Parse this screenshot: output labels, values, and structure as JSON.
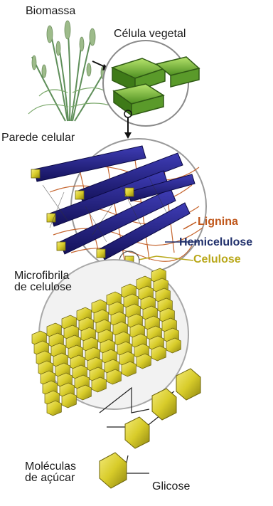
{
  "labels": {
    "biomassa": "Biomassa",
    "celula_vegetal": "Célula vegetal",
    "parede_celular": "Parede celular",
    "lignina": "Lignina",
    "hemicelulose": "Hemicelulose",
    "celulose": "Celulose",
    "microfibrila_line1": "Microfibrila",
    "microfibrila_line2": "de celulose",
    "moleculas_line1": "Moléculas",
    "moleculas_line2": "de açúcar",
    "glicose": "Glicose"
  },
  "colors": {
    "lignina": "#c0571b",
    "hemicelulose": "#1f2f6b",
    "celulose": "#b9a81a",
    "fibril": "#26237f",
    "cell_green": "#7cc442",
    "cube_yellow": "#d8cc2a"
  }
}
